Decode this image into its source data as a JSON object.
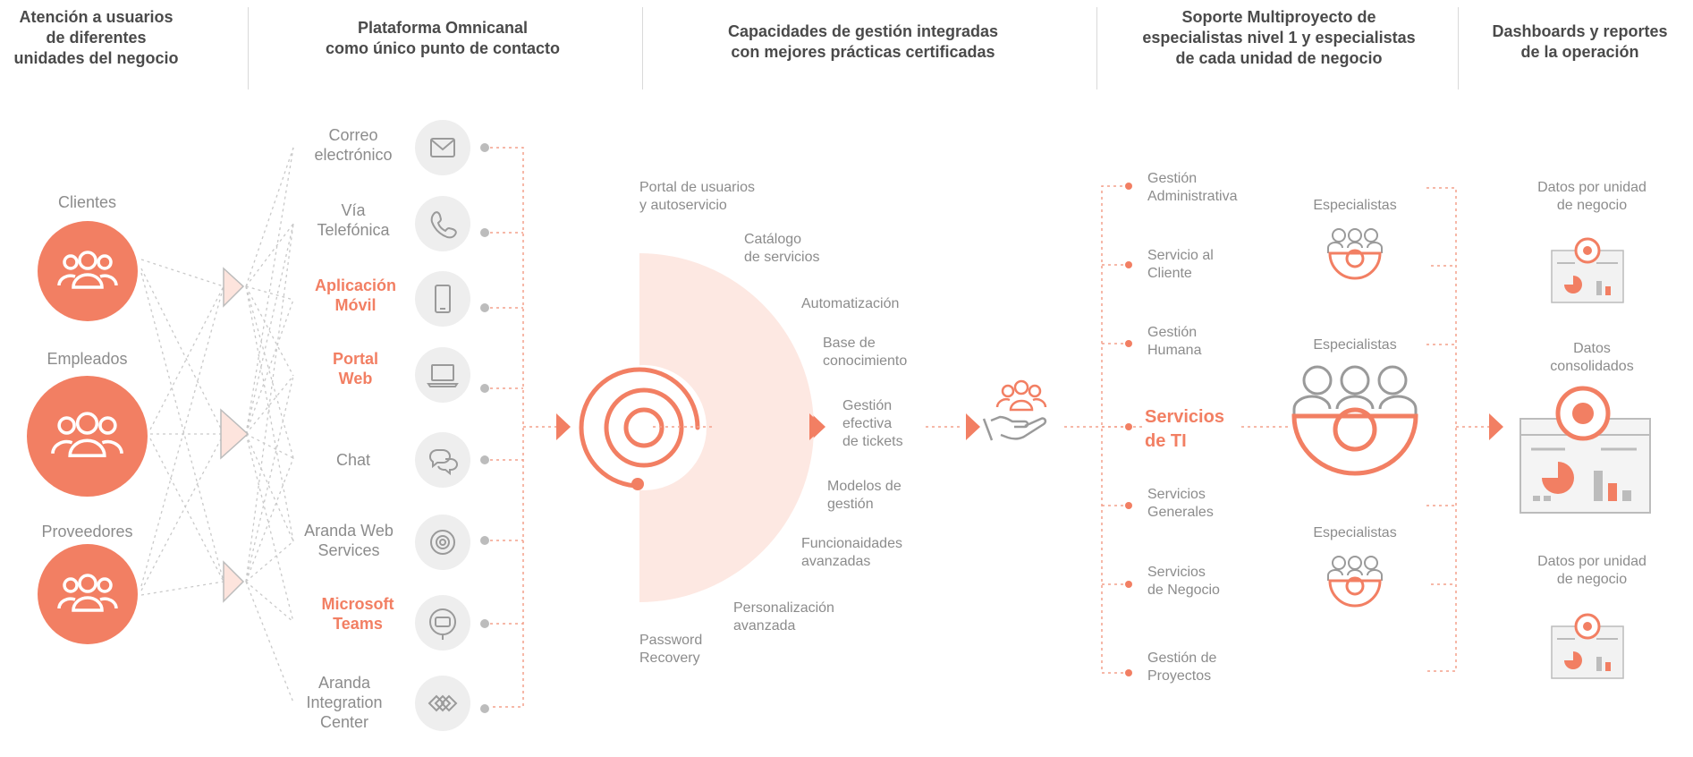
{
  "headers": {
    "col1": [
      "Atención a usuarios",
      "de diferentes",
      "unidades del negocio"
    ],
    "col2": [
      "Plataforma Omnicanal",
      "como único punto de contacto"
    ],
    "col3": [
      "Capacidades de gestión integradas",
      "con mejores prácticas certificadas"
    ],
    "col4": [
      "Soporte Multiproyecto de",
      "especialistas nivel 1 y especialistas",
      "de cada unidad de negocio"
    ],
    "col5": [
      "Dashboards y reportes",
      "de la operación"
    ]
  },
  "users": [
    {
      "label": "Clientes"
    },
    {
      "label": "Empleados"
    },
    {
      "label": "Proveedores"
    }
  ],
  "channels": [
    {
      "lines": [
        "Correo",
        "electrónico"
      ],
      "icon": "mail-icon",
      "highlight": false
    },
    {
      "lines": [
        "Vía",
        "Telefónica"
      ],
      "icon": "phone-icon",
      "highlight": false
    },
    {
      "lines": [
        "Aplicación",
        "Móvil"
      ],
      "icon": "mobile-icon",
      "highlight": true
    },
    {
      "lines": [
        "Portal",
        "Web"
      ],
      "icon": "laptop-icon",
      "highlight": true
    },
    {
      "lines": [
        "Chat"
      ],
      "icon": "chat-icon",
      "highlight": false
    },
    {
      "lines": [
        "Aranda Web",
        "Services"
      ],
      "icon": "web-services-icon",
      "highlight": false
    },
    {
      "lines": [
        "Microsoft",
        "Teams"
      ],
      "icon": "teams-icon",
      "highlight": true
    },
    {
      "lines": [
        "Aranda",
        "Integration",
        "Center"
      ],
      "icon": "integration-icon",
      "highlight": false
    }
  ],
  "capabilities": [
    {
      "lines": [
        "Portal de usuarios",
        "y autoservicio"
      ]
    },
    {
      "lines": [
        "Catálogo",
        "de servicios"
      ]
    },
    {
      "lines": [
        "Automatización"
      ]
    },
    {
      "lines": [
        "Base de",
        "conocimiento"
      ]
    },
    {
      "lines": [
        "Gestión",
        "efectiva",
        "de tickets"
      ]
    },
    {
      "lines": [
        "Modelos de",
        "gestión"
      ]
    },
    {
      "lines": [
        "Funcionaidades",
        "avanzadas"
      ]
    },
    {
      "lines": [
        "Personalización",
        "avanzada"
      ]
    },
    {
      "lines": [
        "Password",
        "Recovery"
      ]
    }
  ],
  "business_units": [
    {
      "lines": [
        "Gestión",
        "Administrativa"
      ],
      "highlight": false
    },
    {
      "lines": [
        "Servicio al",
        "Cliente"
      ],
      "highlight": false
    },
    {
      "lines": [
        "Gestión",
        "Humana"
      ],
      "highlight": false
    },
    {
      "lines": [
        "Servicios",
        "de TI"
      ],
      "highlight": true
    },
    {
      "lines": [
        "Servicios",
        "Generales"
      ],
      "highlight": false
    },
    {
      "lines": [
        "Servicios",
        "de Negocio"
      ],
      "highlight": false
    },
    {
      "lines": [
        "Gestión de",
        "Proyectos"
      ],
      "highlight": false
    }
  ],
  "specialists": [
    {
      "label": "Especialistas"
    },
    {
      "label": "Especialistas"
    },
    {
      "label": "Especialistas"
    }
  ],
  "dashboards": [
    {
      "lines": [
        "Datos por unidad",
        "de negocio"
      ]
    },
    {
      "lines": [
        "Datos",
        "consolidados"
      ]
    },
    {
      "lines": [
        "Datos por unidad",
        "de negocio"
      ]
    }
  ],
  "colors": {
    "accent": "#f27f63",
    "accent_light": "#fde4dd",
    "gray": "#bcbcbc",
    "text": "#8c8c8c"
  }
}
